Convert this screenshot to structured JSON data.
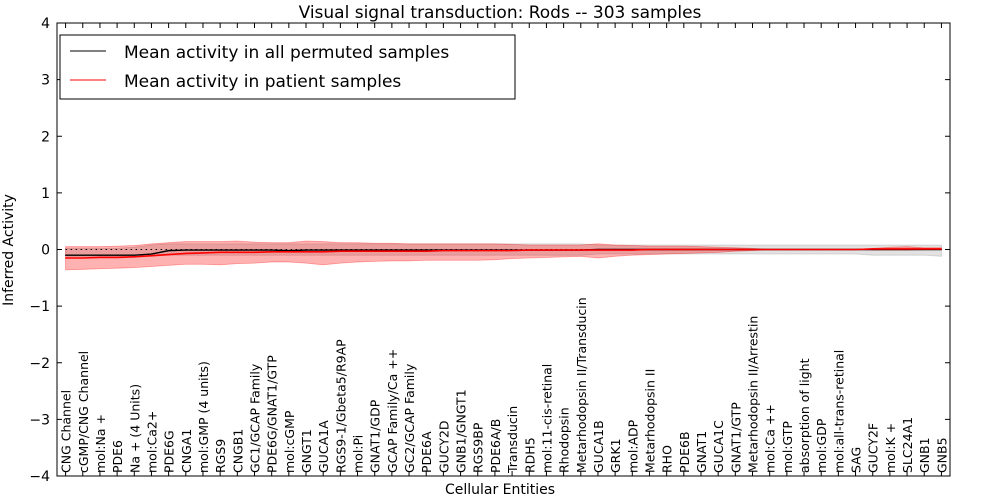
{
  "chart_data": {
    "type": "line",
    "title": "Visual signal transduction: Rods -- 303 samples",
    "xlabel": "Cellular Entities",
    "ylabel": "Inferred Activity",
    "ylim": [
      -4,
      4
    ],
    "yticks": [
      -4,
      -3,
      -2,
      -1,
      0,
      1,
      2,
      3,
      4
    ],
    "legend_placement": "top-left",
    "grid": false,
    "categories": [
      "CNG Channel",
      "cGMP/CNG Channel",
      "mol:Na +",
      "PDE6",
      "Na + (4 Units)",
      "mol:Ca2+",
      "PDE6G",
      "CNGA1",
      "mol:GMP (4 units)",
      "RGS9",
      "CNGB1",
      "GC1/GCAP Family",
      "PDE6G/GNAT1/GTP",
      "mol:cGMP",
      "GNGT1",
      "GUCA1A",
      "RGS9-1/Gbeta5/R9AP",
      "mol:Pi",
      "GNAT1/GDP",
      "GCAP Family/Ca ++",
      "GC2/GCAP Family",
      "PDE6A",
      "GUCY2D",
      "GNB1/GNGT1",
      "RGS9BP",
      "PDE6A/B",
      "Transducin",
      "RDH5",
      "mol:11-cis-retinal",
      "Rhodopsin",
      "Metarhodopsin II/Transducin",
      "GUCA1B",
      "GRK1",
      "mol:ADP",
      "Metarhodopsin II",
      "RHO",
      "PDE6B",
      "GNAT1",
      "GUCA1C",
      "GNAT1/GTP",
      "Metarhodopsin II/Arrestin",
      "mol:Ca ++",
      "mol:GTP",
      "absorption of light",
      "mol:GDP",
      "mol:all-trans-retinal",
      "SAG",
      "GUCY2F",
      "mol:K +",
      "SLC24A1",
      "GNB1",
      "GNB5"
    ],
    "series": [
      {
        "name": "Mean activity in all permuted samples",
        "color": "#000000",
        "values": [
          -0.1,
          -0.1,
          -0.1,
          -0.1,
          -0.1,
          -0.08,
          -0.02,
          -0.01,
          -0.01,
          -0.01,
          -0.01,
          -0.01,
          -0.01,
          -0.02,
          -0.01,
          -0.01,
          -0.01,
          -0.01,
          -0.01,
          -0.01,
          -0.01,
          -0.01,
          -0.01,
          -0.01,
          -0.01,
          -0.01,
          -0.01,
          -0.01,
          -0.01,
          -0.01,
          -0.01,
          0,
          0,
          0,
          0,
          0,
          0,
          0,
          0,
          0,
          0,
          0,
          0,
          0,
          0,
          0,
          0,
          0,
          0,
          0,
          0,
          0
        ],
        "band_lower": [
          -0.12,
          -0.12,
          -0.12,
          -0.12,
          -0.12,
          -0.12,
          -0.1,
          -0.1,
          -0.1,
          -0.1,
          -0.1,
          -0.1,
          -0.1,
          -0.1,
          -0.1,
          -0.1,
          -0.1,
          -0.1,
          -0.1,
          -0.1,
          -0.1,
          -0.1,
          -0.1,
          -0.1,
          -0.1,
          -0.1,
          -0.1,
          -0.1,
          -0.1,
          -0.1,
          -0.1,
          -0.08,
          -0.08,
          -0.08,
          -0.08,
          -0.08,
          -0.08,
          -0.08,
          -0.08,
          -0.08,
          -0.08,
          -0.08,
          -0.08,
          -0.08,
          -0.08,
          -0.08,
          -0.08,
          -0.1,
          -0.1,
          -0.1,
          -0.1,
          -0.12
        ],
        "band_upper": [
          0.02,
          0.02,
          0.02,
          0.02,
          0.04,
          0.08,
          0.1,
          0.1,
          0.1,
          0.1,
          0.1,
          0.1,
          0.1,
          0.1,
          0.1,
          0.1,
          0.1,
          0.1,
          0.1,
          0.1,
          0.1,
          0.1,
          0.1,
          0.1,
          0.1,
          0.1,
          0.1,
          0.1,
          0.1,
          0.1,
          0.1,
          0.08,
          0.08,
          0.08,
          0.08,
          0.08,
          0.08,
          0.08,
          0.08,
          0.08,
          0.08,
          0.08,
          0.08,
          0.08,
          0.08,
          0.08,
          0.08,
          0.08,
          0.08,
          0.08,
          0.08,
          0.08
        ]
      },
      {
        "name": "Mean activity in patient samples",
        "color": "#ff0000",
        "values": [
          -0.15,
          -0.15,
          -0.14,
          -0.14,
          -0.13,
          -0.11,
          -0.09,
          -0.07,
          -0.06,
          -0.05,
          -0.05,
          -0.05,
          -0.04,
          -0.04,
          -0.04,
          -0.04,
          -0.03,
          -0.03,
          -0.03,
          -0.03,
          -0.03,
          -0.03,
          -0.02,
          -0.02,
          -0.02,
          -0.02,
          -0.02,
          -0.01,
          -0.01,
          -0.01,
          -0.01,
          -0.01,
          -0.01,
          -0.01,
          0,
          0,
          0,
          0,
          0,
          0,
          0,
          0,
          0,
          0,
          0,
          0,
          0,
          0.01,
          0.01,
          0.01,
          0.01,
          0.01
        ],
        "band_lower": [
          -0.36,
          -0.35,
          -0.34,
          -0.33,
          -0.32,
          -0.3,
          -0.28,
          -0.26,
          -0.26,
          -0.27,
          -0.25,
          -0.24,
          -0.22,
          -0.22,
          -0.24,
          -0.27,
          -0.24,
          -0.22,
          -0.21,
          -0.2,
          -0.2,
          -0.19,
          -0.19,
          -0.19,
          -0.19,
          -0.18,
          -0.16,
          -0.15,
          -0.14,
          -0.13,
          -0.12,
          -0.15,
          -0.12,
          -0.1,
          -0.09,
          -0.08,
          -0.07,
          -0.06,
          -0.05,
          -0.03,
          -0.02,
          0,
          0,
          0,
          0,
          0,
          0,
          -0.01,
          -0.01,
          -0.01,
          0,
          0
        ],
        "band_upper": [
          0.05,
          0.05,
          0.05,
          0.06,
          0.07,
          0.1,
          0.12,
          0.14,
          0.14,
          0.14,
          0.15,
          0.13,
          0.12,
          0.12,
          0.15,
          0.14,
          0.12,
          0.12,
          0.11,
          0.11,
          0.1,
          0.1,
          0.1,
          0.1,
          0.1,
          0.1,
          0.09,
          0.08,
          0.08,
          0.08,
          0.08,
          0.1,
          0.08,
          0.07,
          0.06,
          0.06,
          0.06,
          0.05,
          0.04,
          0.03,
          0.02,
          0,
          0,
          0,
          0,
          0,
          0,
          0.02,
          0.04,
          0.05,
          0.03,
          0.03
        ]
      }
    ]
  }
}
